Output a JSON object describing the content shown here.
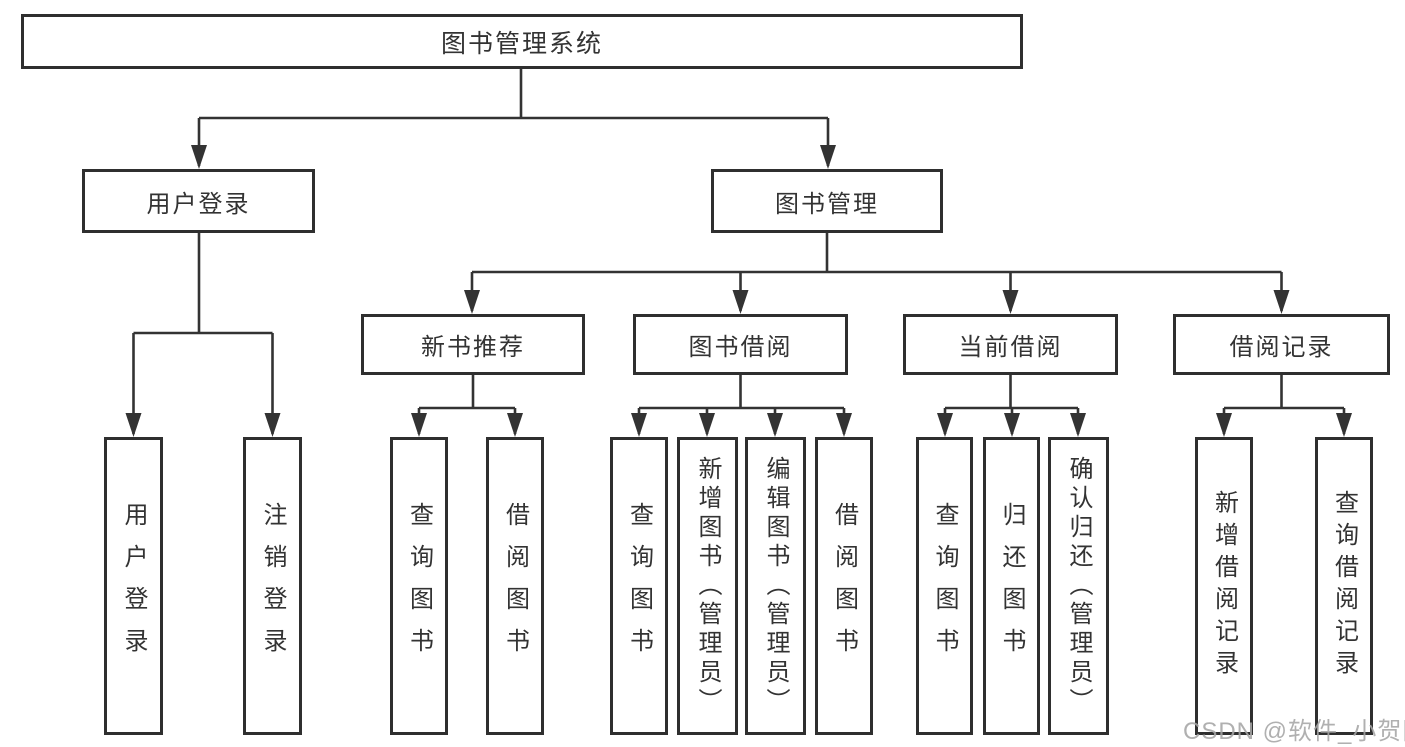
{
  "tree": {
    "label": "图书管理系统",
    "children": [
      {
        "label": "用户登录",
        "children": [
          {
            "label": "用户登录"
          },
          {
            "label": "注销登录"
          }
        ]
      },
      {
        "label": "图书管理",
        "children": [
          {
            "label": "新书推荐",
            "children": [
              {
                "label": "查询图书"
              },
              {
                "label": "借阅图书"
              }
            ]
          },
          {
            "label": "图书借阅",
            "children": [
              {
                "label": "查询图书"
              },
              {
                "label": "新增图书（管理员）"
              },
              {
                "label": "编辑图书（管理员）"
              },
              {
                "label": "借阅图书"
              }
            ]
          },
          {
            "label": "当前借阅",
            "children": [
              {
                "label": "查询图书"
              },
              {
                "label": "归还图书"
              },
              {
                "label": "确认归还（管理员）"
              }
            ]
          },
          {
            "label": "借阅记录",
            "children": [
              {
                "label": "新增借阅记录"
              },
              {
                "label": "查询借阅记录"
              }
            ]
          }
        ]
      }
    ]
  },
  "watermark": {
    "text": "CSDN @软件_小贺同学"
  },
  "colors": {
    "background": "#ffffff",
    "box_border": "#2f2f2f",
    "line": "#333333",
    "text": "#333333",
    "watermark": "#a6a6a6"
  }
}
